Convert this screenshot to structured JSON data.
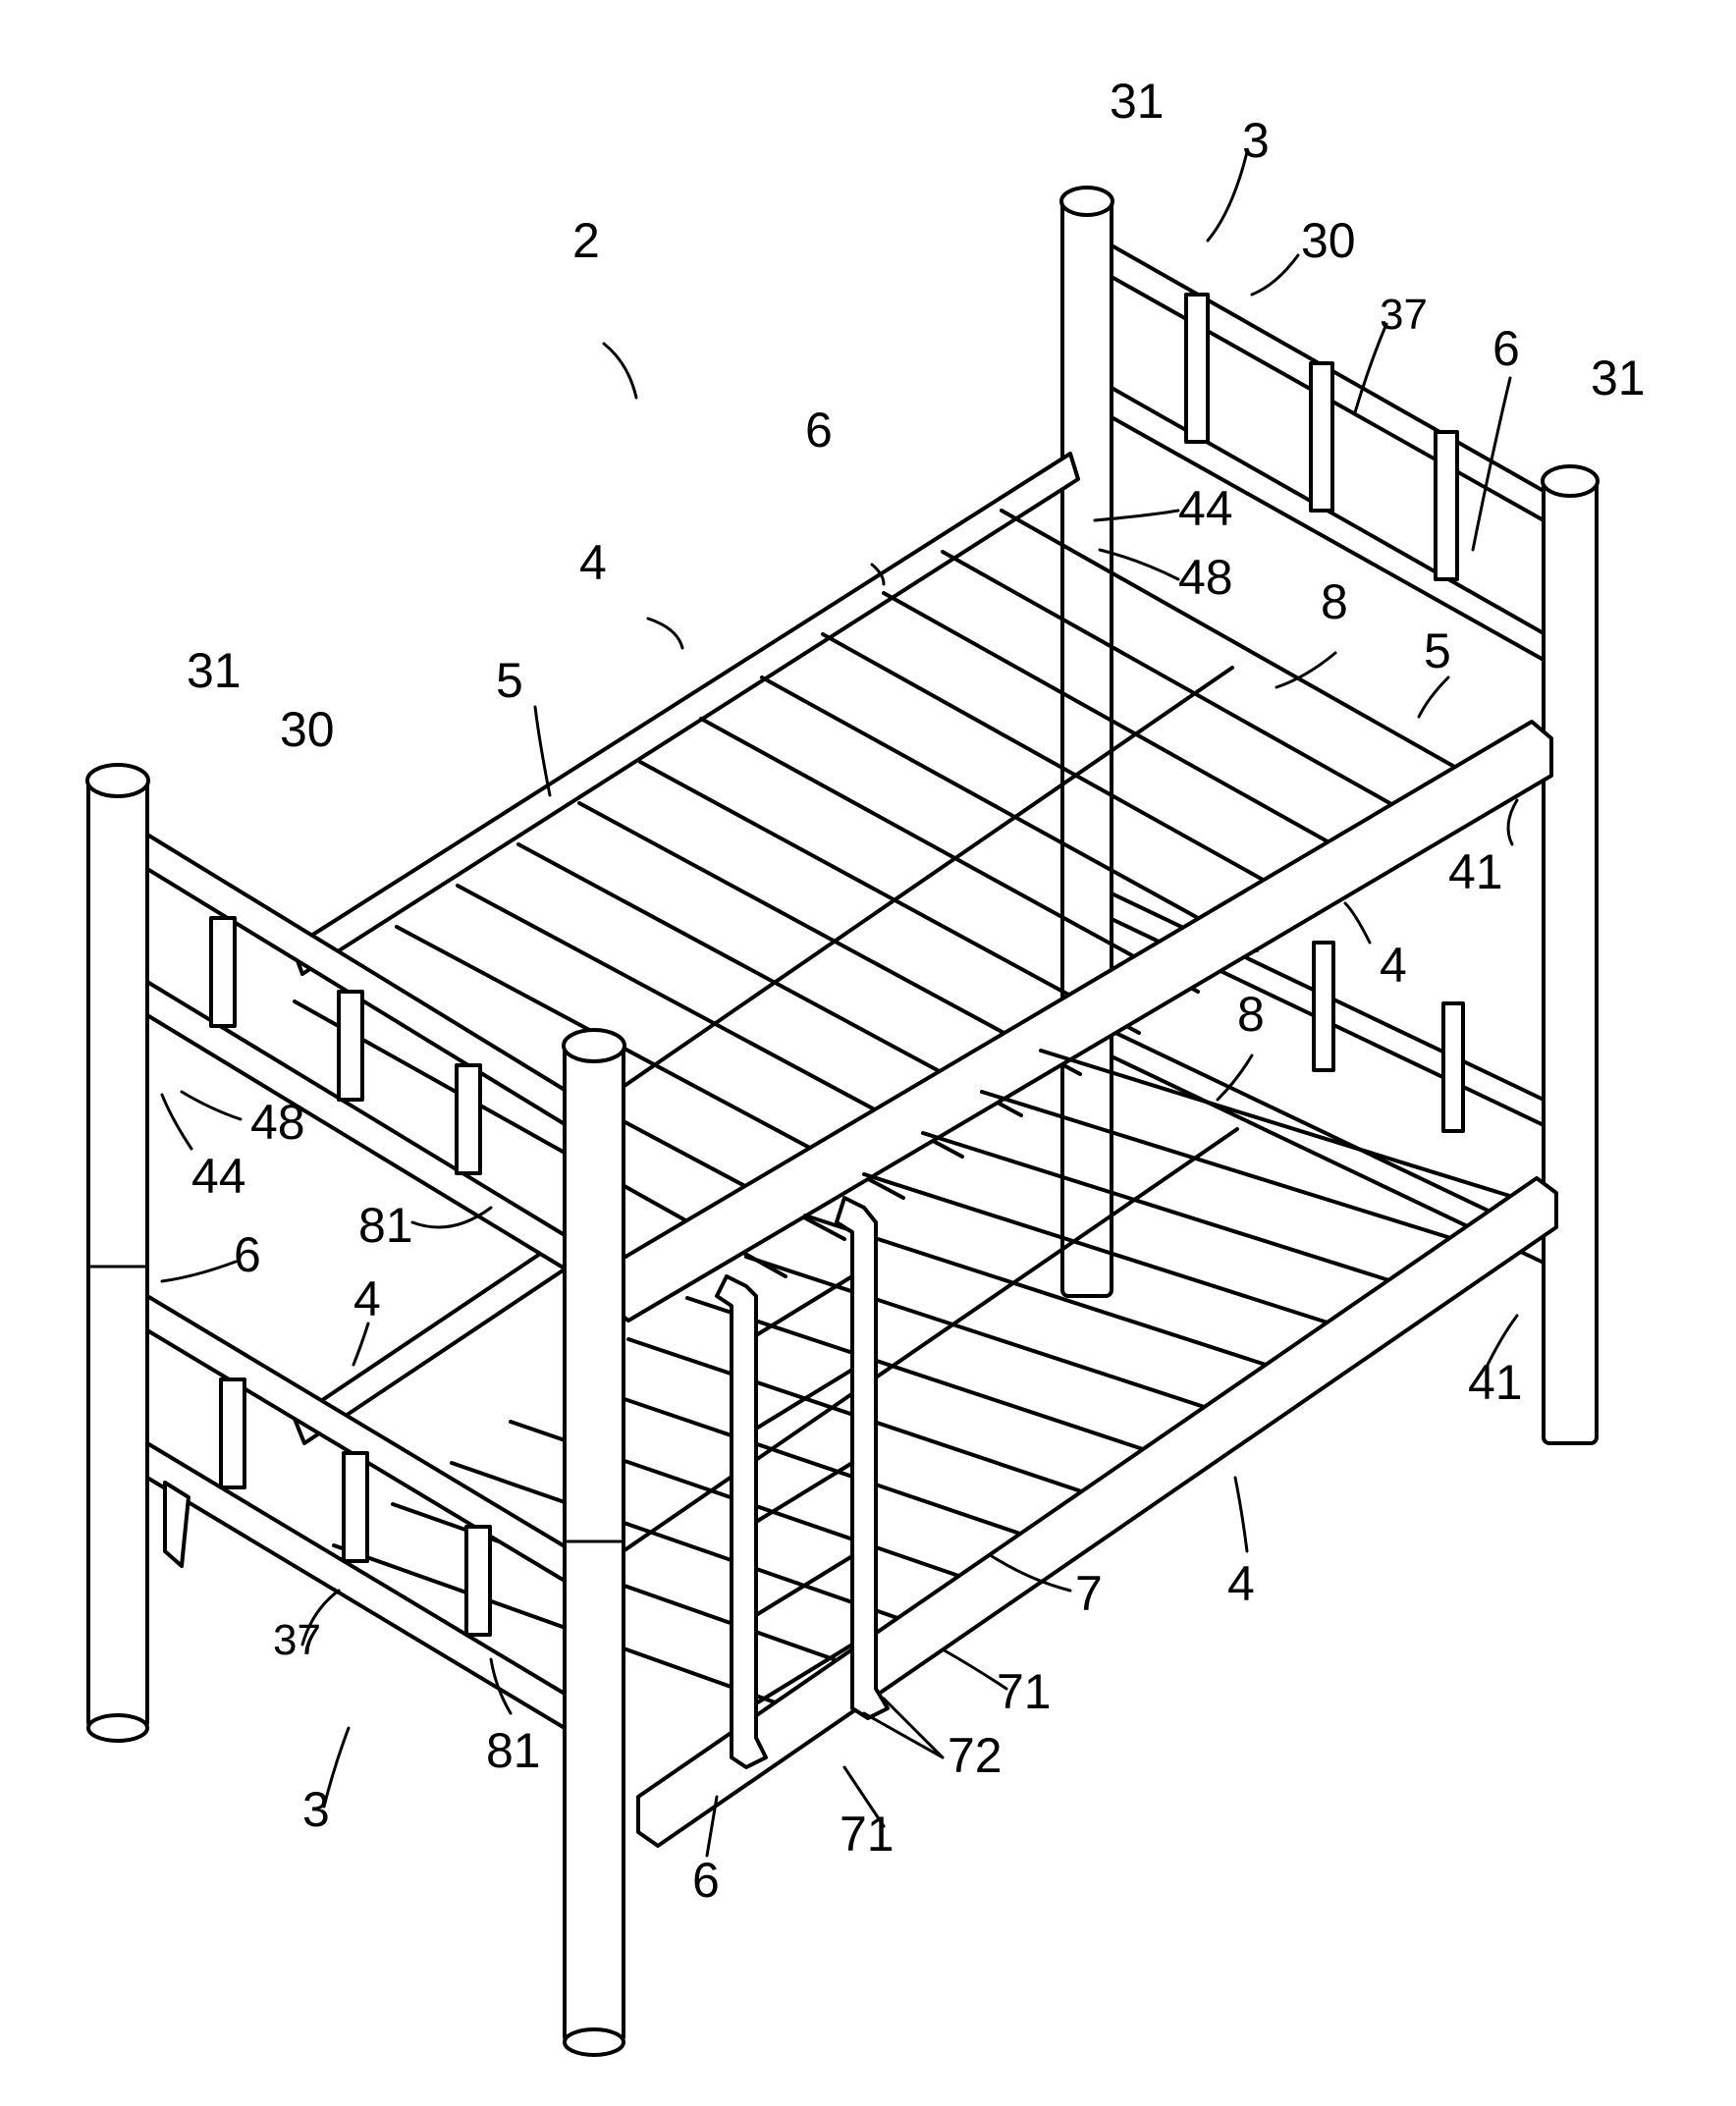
{
  "figure": {
    "labels": {
      "bed_2": "2",
      "end_frame_3_top": "3",
      "end_frame_3_bottom": "3",
      "post_31_top": "31",
      "post_31_right": "31",
      "post_31_left": "31",
      "rail_30_top": "30",
      "rail_30_left": "30",
      "bar_37_top": "37",
      "bar_37_bottom": "37",
      "hook_6_top_right": "6",
      "hook_6_upper_center": "6",
      "hook_6_left": "6",
      "hook_6_bottom": "6",
      "bracket_44_top": "44",
      "bracket_44_left": "44",
      "hole_48_top": "48",
      "hole_48_left": "48",
      "side_rail_4_upper": "4",
      "side_rail_4_upper_right": "4",
      "side_rail_4_lower_left": "4",
      "side_rail_4_lower_right": "4",
      "slat_5_left": "5",
      "slat_5_right": "5",
      "brace_8_upper": "8",
      "brace_8_lower": "8",
      "bracket_41_upper": "41",
      "bracket_41_lower": "41",
      "brace_81_upper": "81",
      "brace_81_lower": "81",
      "ladder_7": "7",
      "ladder_rail_71_right": "71",
      "ladder_rail_71_bottom": "71",
      "ladder_hook_72": "72"
    }
  }
}
